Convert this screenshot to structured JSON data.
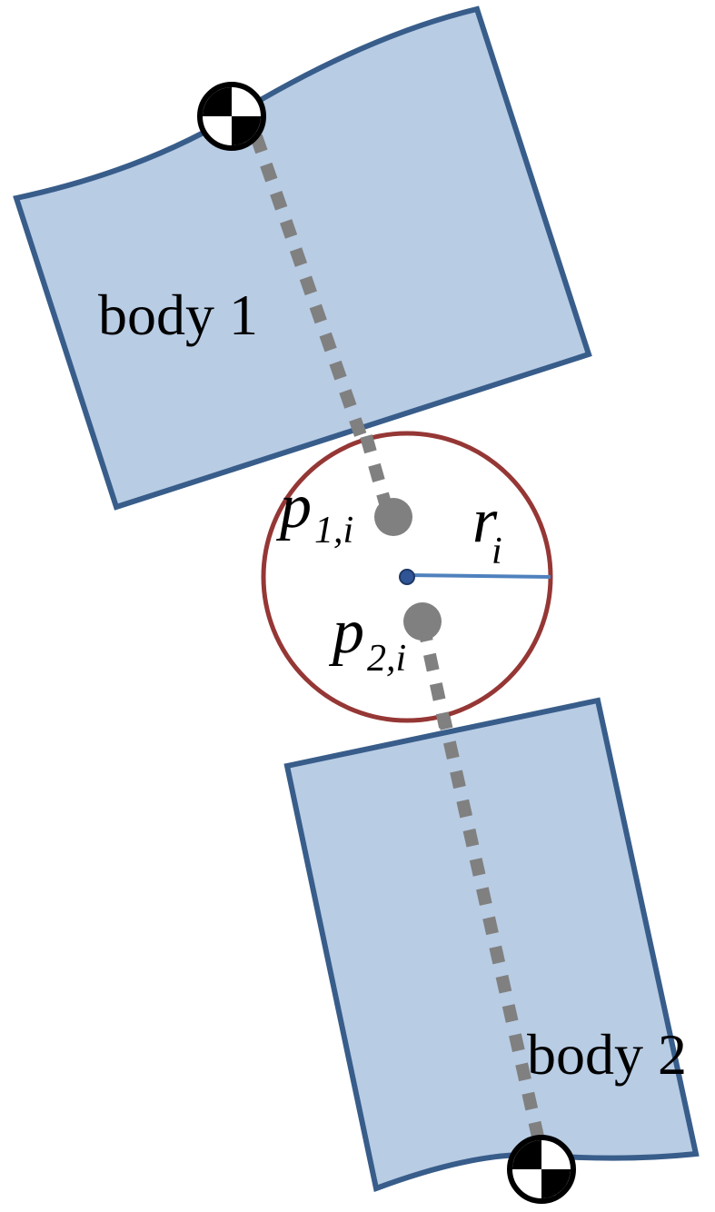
{
  "colors": {
    "body_fill": "#b8cce4",
    "body_stroke": "#385d8a",
    "dash_line": "#808080",
    "circle_stroke": "#953735",
    "radius_line": "#4f81bd",
    "point_fill": "#808080",
    "center_fill": "#2f5597"
  },
  "icons": {
    "cog_top": "center-of-mass-icon",
    "cog_bottom": "center-of-mass-icon"
  },
  "labels": {
    "body1": "body 1",
    "body2": "body 2",
    "p1_symbol": "p",
    "p1_subscript": "1,i",
    "p2_symbol": "p",
    "p2_subscript": "2,i",
    "r_symbol": "r",
    "r_subscript": "i"
  }
}
